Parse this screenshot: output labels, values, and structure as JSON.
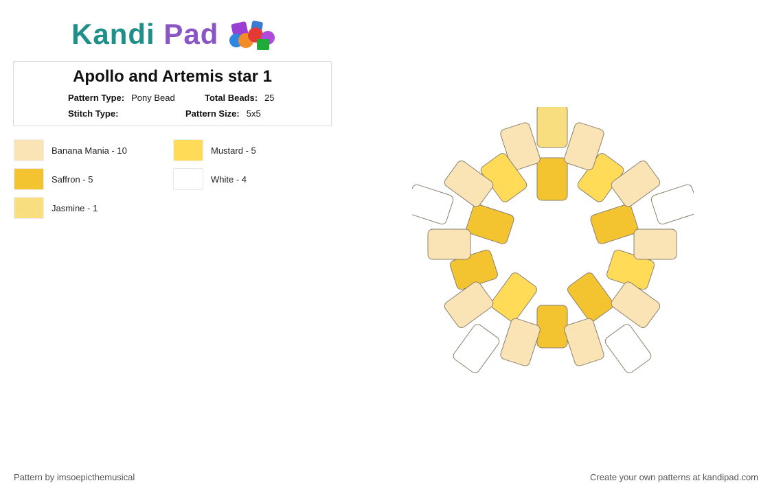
{
  "logo": {
    "text_left": "Kandi",
    "text_right": "Pad"
  },
  "pattern": {
    "title": "Apollo and Artemis star 1",
    "type_label": "Pattern Type:",
    "type_value": "Pony Bead",
    "total_label": "Total Beads:",
    "total_value": "25",
    "stitch_label": "Stitch Type:",
    "stitch_value": "",
    "size_label": "Pattern Size:",
    "size_value": "5x5"
  },
  "legend": [
    {
      "label": "Banana Mania - 10",
      "color": "#fae3b4"
    },
    {
      "label": "Mustard - 5",
      "color": "#ffdb58"
    },
    {
      "label": "Saffron - 5",
      "color": "#f4c430"
    },
    {
      "label": "White - 4",
      "color": "#ffffff"
    },
    {
      "label": "Jasmine - 1",
      "color": "#f8de7e"
    }
  ],
  "footer": {
    "credit": "Pattern by imsoepicthemusical",
    "promo": "Create your own patterns at kandipad.com"
  }
}
